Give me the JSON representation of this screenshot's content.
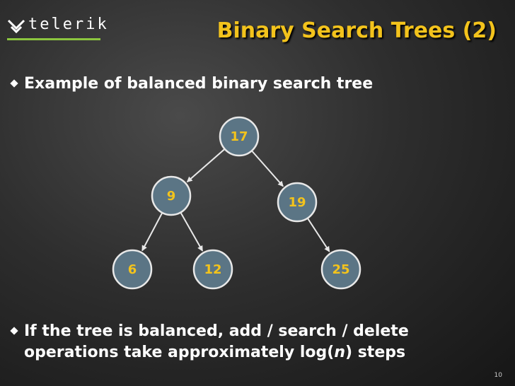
{
  "header": {
    "logo_text": "telerik",
    "title": "Binary Search Trees (2)"
  },
  "bullets": {
    "first": "Example of balanced binary search tree",
    "second_line1": "If the tree is balanced, add / search / delete",
    "second_line2_prefix": "operations take approximately ",
    "second_line2_fn": "log(",
    "second_line2_var": "n",
    "second_line2_close": ")",
    "second_line2_suffix": " steps"
  },
  "tree": {
    "nodes": [
      {
        "id": "n17",
        "label": "17"
      },
      {
        "id": "n9",
        "label": "9"
      },
      {
        "id": "n19",
        "label": "19"
      },
      {
        "id": "n6",
        "label": "6"
      },
      {
        "id": "n12",
        "label": "12"
      },
      {
        "id": "n25",
        "label": "25"
      }
    ],
    "edges": [
      [
        "n17",
        "n9"
      ],
      [
        "n17",
        "n19"
      ],
      [
        "n9",
        "n6"
      ],
      [
        "n9",
        "n12"
      ],
      [
        "n19",
        "n25"
      ]
    ]
  },
  "colors": {
    "title": "#f3c31c",
    "node_fill": "#5b7585",
    "node_stroke": "#e8e8e8",
    "node_text": "#f3c31c",
    "edge": "#e8e8e8",
    "logo_accent": "#8cc63f"
  },
  "footer": {
    "page_number": "10"
  }
}
